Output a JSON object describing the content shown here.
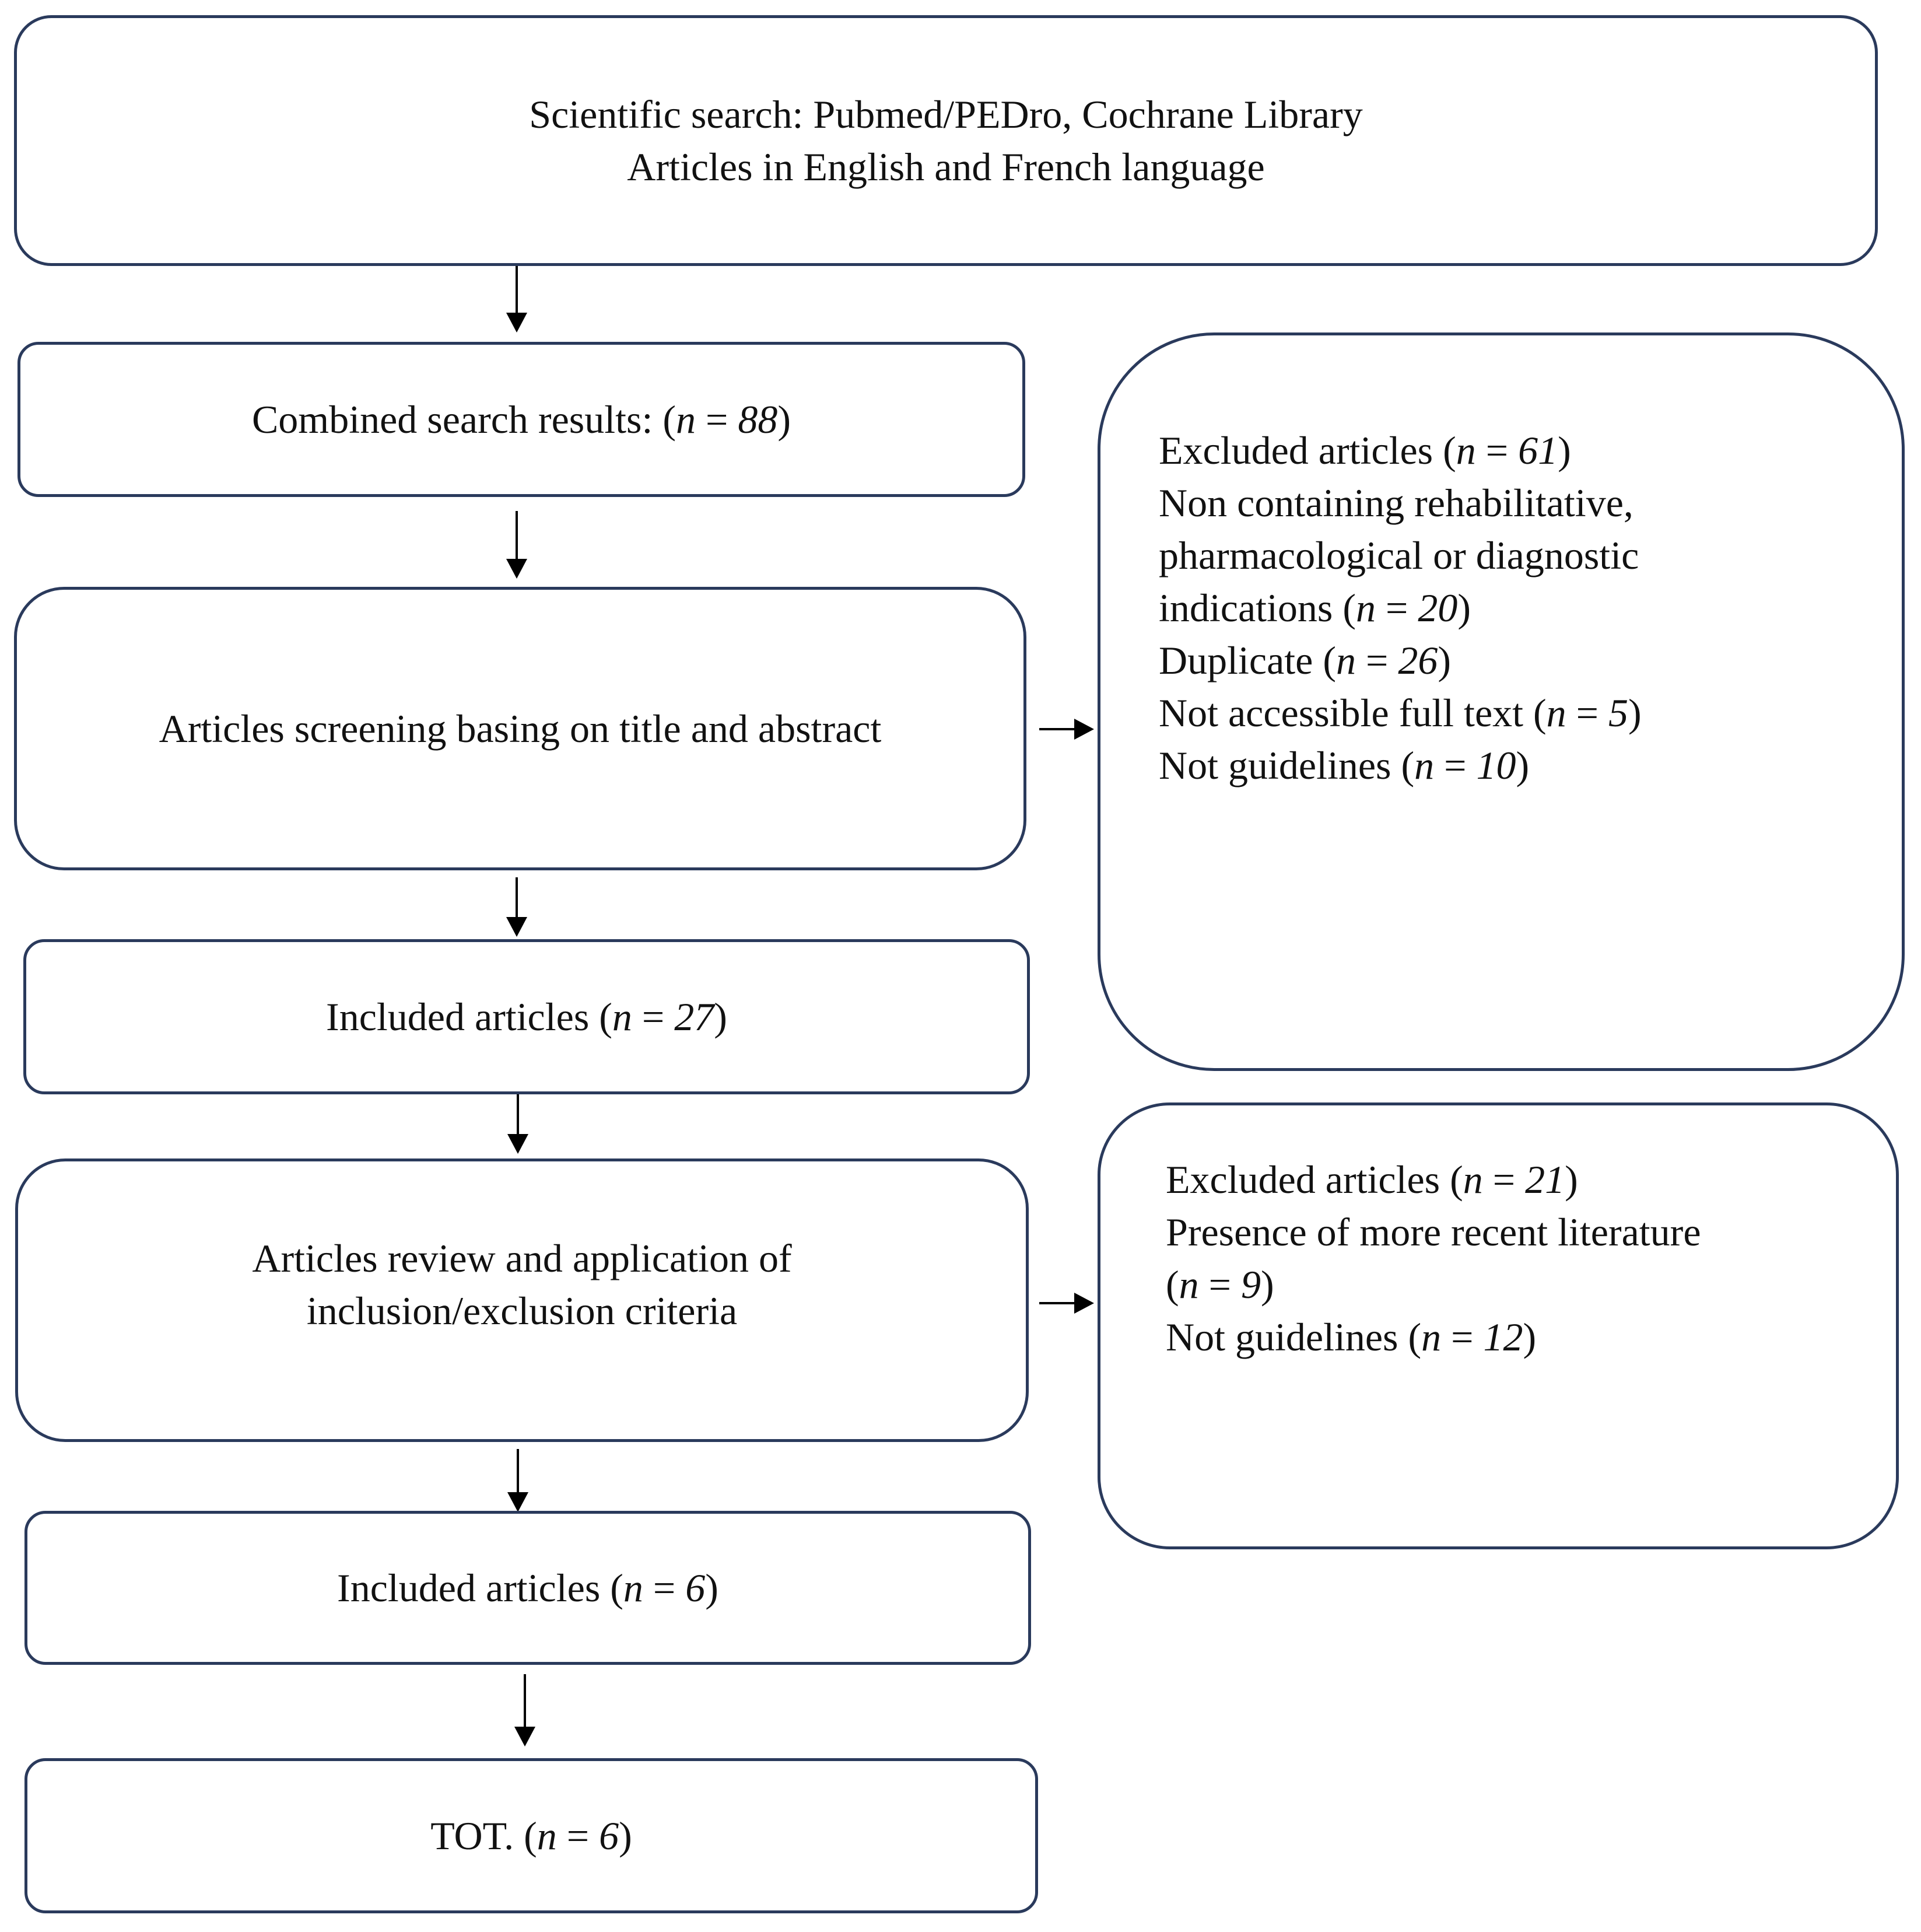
{
  "boxes": {
    "search": {
      "line1": "Scientific search: Pubmed/PEDro, Cochrane Library",
      "line2": "Articles in English and French language"
    },
    "combined": {
      "prefix": "Combined search results: (",
      "n_var": "n",
      "eq": " = ",
      "n_val": "88",
      "suffix": ")"
    },
    "screening": {
      "text": "Articles screening basing on title and abstract"
    },
    "included1": {
      "prefix": "Included articles (",
      "n_var": "n",
      "eq": " = ",
      "n_val": "27",
      "suffix": ")"
    },
    "review": {
      "line1": "Articles review and application of",
      "line2": "inclusion/exclusion criteria"
    },
    "included2": {
      "prefix": "Included articles (",
      "n_var": "n",
      "eq": " = ",
      "n_val": "6",
      "suffix": ")"
    },
    "total": {
      "prefix": "TOT. (",
      "n_var": "n",
      "eq": " = ",
      "n_val": "6",
      "suffix": ")"
    }
  },
  "excluded1": {
    "l1_prefix": "Excluded articles (",
    "l1_n": "n",
    "l1_eq": " = ",
    "l1_val": "61",
    "l1_suffix": ")",
    "l2": "Non containing rehabilitative,",
    "l3": "pharmacological or diagnostic",
    "l4_prefix": "indications (",
    "l4_n": "n",
    "l4_eq": " = ",
    "l4_val": "20",
    "l4_suffix": ")",
    "l5_prefix": "Duplicate (",
    "l5_n": "n",
    "l5_eq": " = ",
    "l5_val": "26",
    "l5_suffix": ")",
    "l6_prefix": "Not accessible full text (",
    "l6_n": "n",
    "l6_eq": " = ",
    "l6_val": "5",
    "l6_suffix": ")",
    "l7_prefix": "Not guidelines (",
    "l7_n": "n",
    "l7_eq": " = ",
    "l7_val": "10",
    "l7_suffix": ")"
  },
  "excluded2": {
    "l1_prefix": "Excluded articles (",
    "l1_n": "n",
    "l1_eq": " = ",
    "l1_val": "21",
    "l1_suffix": ")",
    "l2": "Presence of more recent literature",
    "l3_prefix": "(",
    "l3_n": "n",
    "l3_eq": " = ",
    "l3_val": "9",
    "l3_suffix": ")",
    "l4_prefix": "Not guidelines (",
    "l4_n": "n",
    "l4_eq": " = ",
    "l4_val": "12",
    "l4_suffix": ")"
  }
}
